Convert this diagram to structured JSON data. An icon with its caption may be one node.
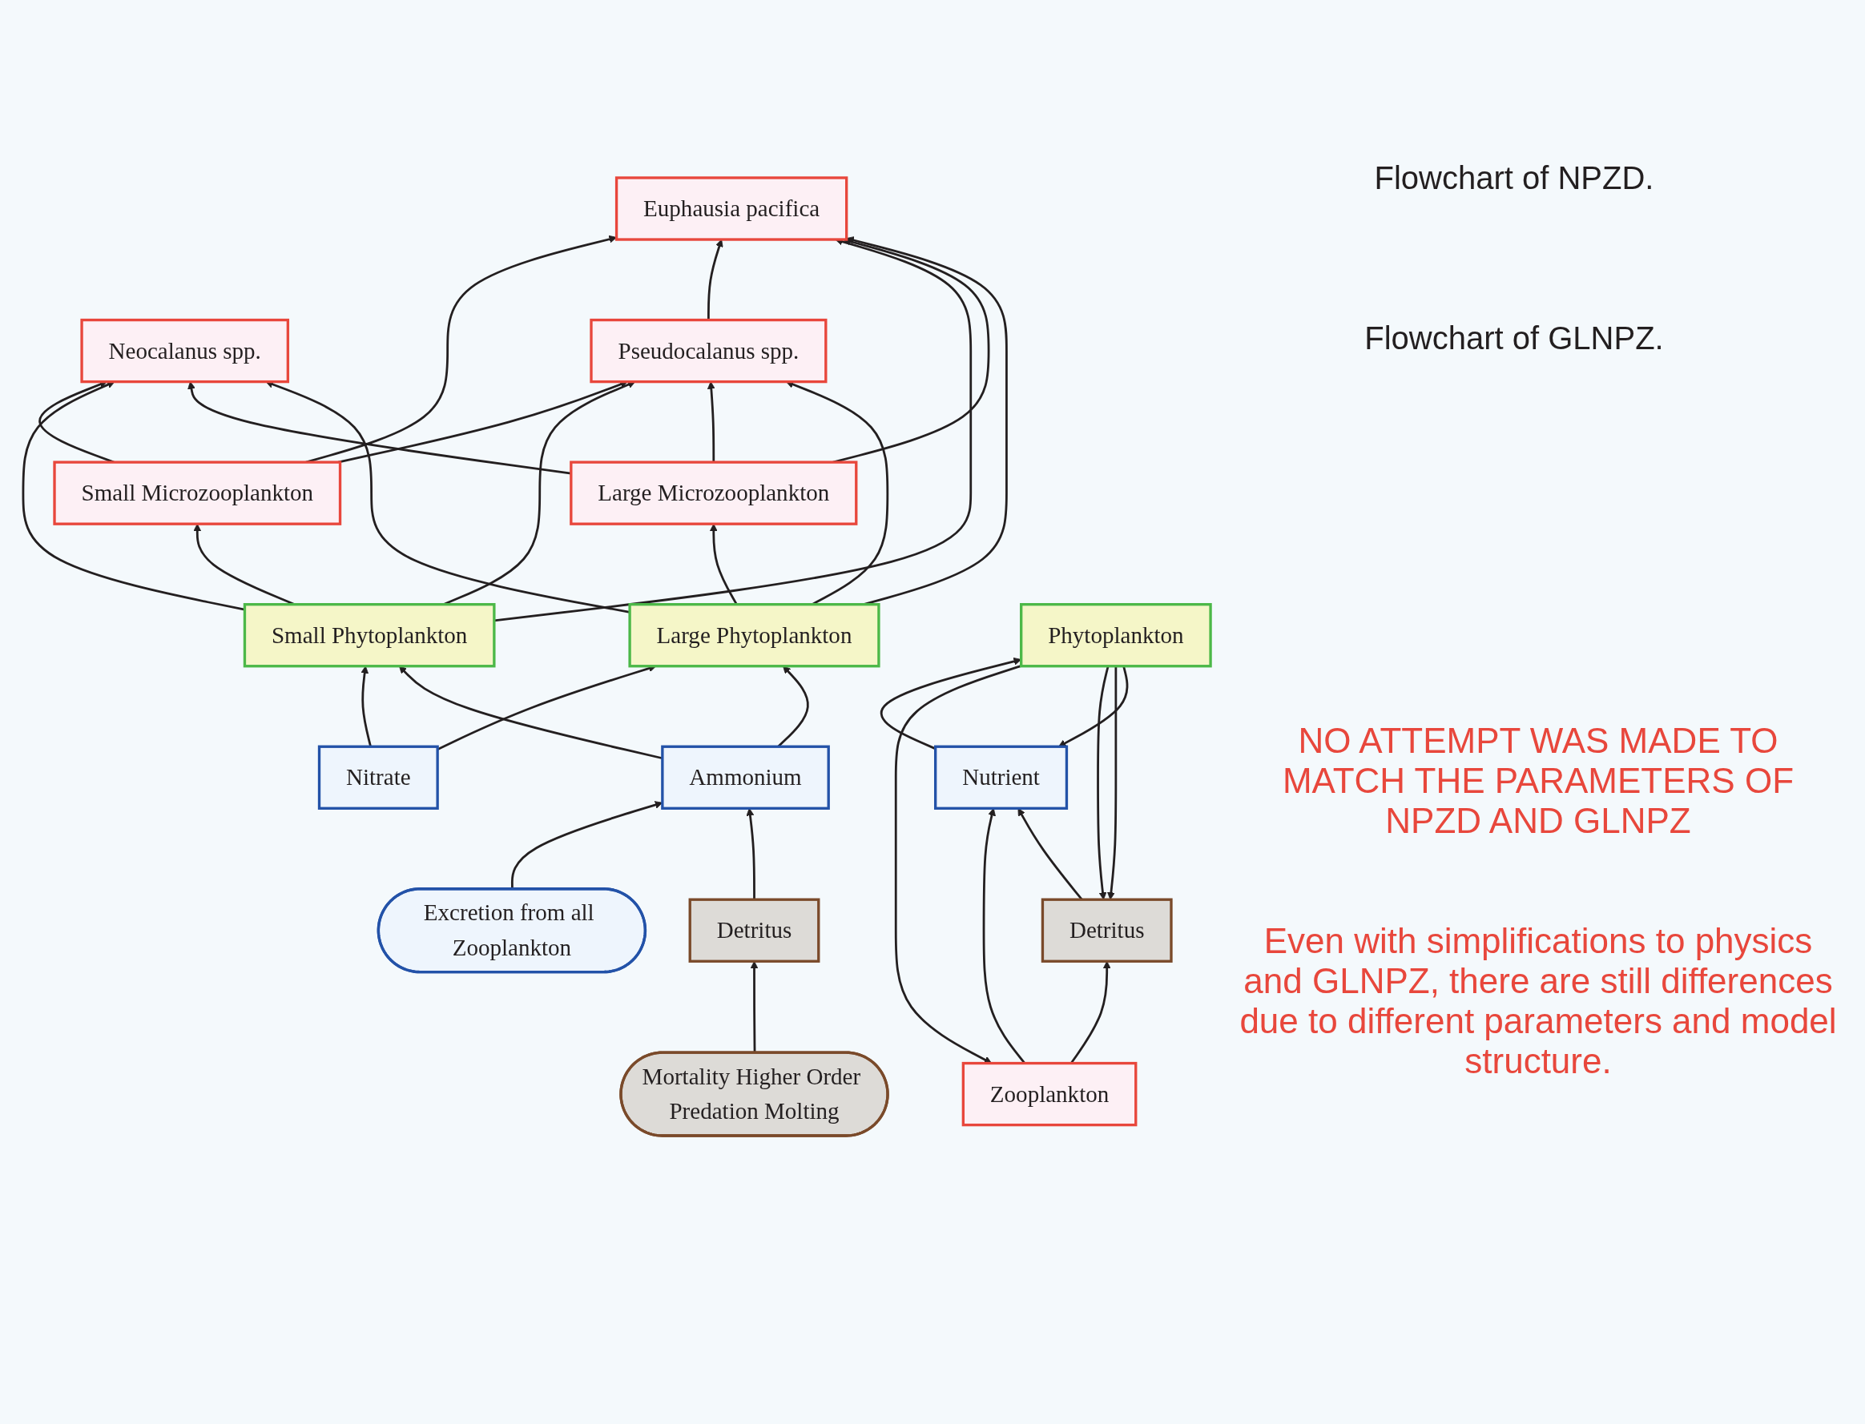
{
  "diagram": {
    "nodes": [
      {
        "text": [
          "Euphausia pacifica"
        ]
      },
      {
        "text": [
          "Neocalanus spp."
        ]
      },
      {
        "text": [
          "Pseudocalanus spp."
        ]
      },
      {
        "text": [
          "Small Microzooplankton"
        ]
      },
      {
        "text": [
          "Large Microzooplankton"
        ]
      },
      {
        "text": [
          "Nitrate"
        ]
      },
      {
        "text": [
          "Small Phytoplankton"
        ]
      },
      {
        "text": [
          "Large Phytoplankton"
        ]
      },
      {
        "text": [
          "Ammonium"
        ]
      },
      {
        "text": [
          "Excretion from all Zooplankton"
        ]
      },
      {
        "text": [
          "Mortality Higher Order Predation Molting"
        ]
      },
      {
        "text": [
          "Detritus"
        ]
      },
      {
        "text": [
          "Zooplankton"
        ]
      },
      {
        "text": [
          "Phytoplankton"
        ]
      },
      {
        "text": [
          "Detritus"
        ]
      },
      {
        "text": [
          "Nutrient"
        ]
      }
    ],
    "edges": [
      {
        "from": 3,
        "to": 0,
        "arrow": "to"
      },
      {
        "from": 3,
        "to": 1,
        "arrow": "to"
      },
      {
        "from": 3,
        "to": 2,
        "arrow": "to"
      },
      {
        "from": 2,
        "to": 0,
        "arrow": "to"
      },
      {
        "from": 6,
        "to": 3,
        "arrow": "to"
      },
      {
        "from": 6,
        "to": 0,
        "arrow": "to"
      },
      {
        "from": 6,
        "to": 1,
        "arrow": "to"
      },
      {
        "from": 6,
        "to": 2,
        "arrow": "to"
      },
      {
        "from": 4,
        "to": 0,
        "arrow": "to"
      },
      {
        "from": 4,
        "to": 1,
        "arrow": "to"
      },
      {
        "from": 4,
        "to": 2,
        "arrow": "to"
      },
      {
        "from": 7,
        "to": 4,
        "arrow": "to"
      },
      {
        "from": 7,
        "to": 0,
        "arrow": "to"
      },
      {
        "from": 7,
        "to": 1,
        "arrow": "to"
      },
      {
        "from": 7,
        "to": 2,
        "arrow": "to"
      },
      {
        "from": 5,
        "to": 6,
        "arrow": "to"
      },
      {
        "from": 5,
        "to": 7,
        "arrow": "to"
      },
      {
        "from": 8,
        "to": 6,
        "arrow": "to"
      },
      {
        "from": 8,
        "to": 7,
        "arrow": "to"
      },
      {
        "from": 9,
        "to": 8,
        "arrow": "to"
      },
      {
        "from": 10,
        "to": 11,
        "arrow": "to"
      },
      {
        "from": 11,
        "to": 8,
        "arrow": "to"
      },
      {
        "from": 13,
        "to": 12,
        "arrow": "to"
      },
      {
        "from": 13,
        "to": 14,
        "arrow": "to"
      },
      {
        "from": 13,
        "to": 14,
        "arrow": "to"
      },
      {
        "from": 13,
        "to": 15,
        "arrow": "to"
      },
      {
        "from": 12,
        "to": 14,
        "arrow": "to"
      },
      {
        "from": 12,
        "to": 15,
        "arrow": "to"
      },
      {
        "from": 14,
        "to": 15,
        "arrow": "to"
      },
      {
        "from": 15,
        "to": 13,
        "arrow": "to"
      }
    ],
    "labels": [
      "Flowchart of GLNPZ.",
      "Flowchart of NPZD.",
      "NO ATTEMPT WAS MADE TO MATCH THE PARAMETERS OF NPZD AND GLNPZ",
      "Even with simplifications to physics and GLNPZ, there are still differences due to different parameters and model structure."
    ]
  }
}
